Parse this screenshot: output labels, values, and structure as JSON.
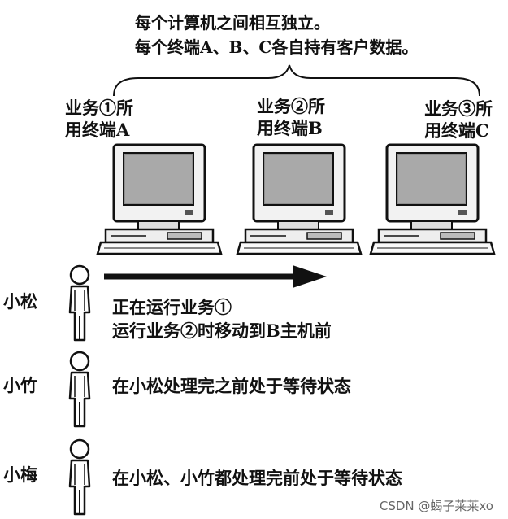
{
  "header": {
    "line1": "每个计算机之间相互独立。",
    "line2": "每个终端A、B、C各自持有客户数据。"
  },
  "terminals": [
    {
      "line1": "业务①所",
      "line2": "用终端A"
    },
    {
      "line1": "业务②所",
      "line2": "用终端B"
    },
    {
      "line1": "业务③所",
      "line2": "用终端C"
    }
  ],
  "people": [
    {
      "name": "小松",
      "desc1": "正在运行业务①",
      "desc2": "运行业务②时移动到B主机前"
    },
    {
      "name": "小竹",
      "desc1": "在小松处理完之前处于等待状态"
    },
    {
      "name": "小梅",
      "desc1": "在小松、小竹都处理完前处于等待状态"
    }
  ],
  "watermark": "CSDN @蝎子莱莱xo"
}
